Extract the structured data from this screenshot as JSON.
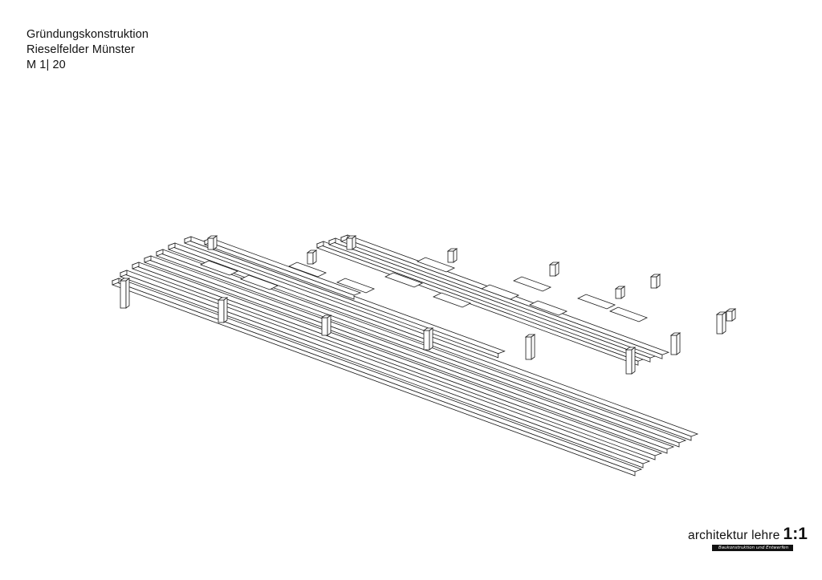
{
  "title": {
    "line1": "Gründungskonstruktion",
    "line2": "Rieselfelder Münster",
    "line3": "M 1| 20"
  },
  "brand": {
    "text": "architektur lehre",
    "scale": "1:1",
    "subtitle": "Baukonstruktion und Entwerfen"
  },
  "colors": {
    "ink": "#111111",
    "paper": "#ffffff"
  }
}
